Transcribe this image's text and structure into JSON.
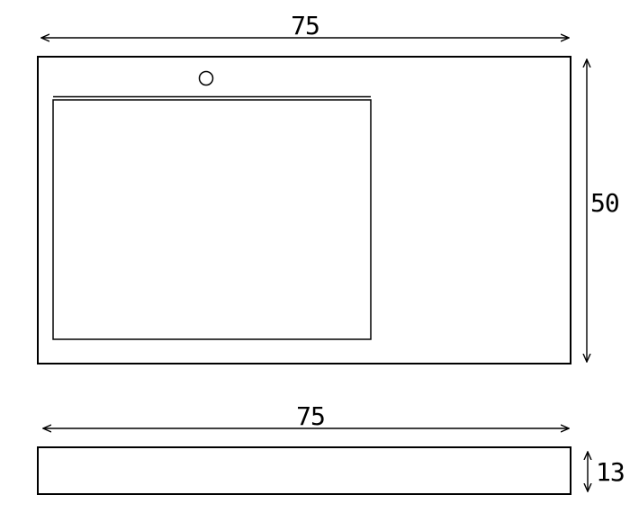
{
  "diagram": {
    "top_view": {
      "width_label": "75",
      "depth_label": "50"
    },
    "front_view": {
      "width_label": "75",
      "height_label": "13"
    },
    "colors": {
      "line": "#000000",
      "background": "#ffffff"
    }
  }
}
